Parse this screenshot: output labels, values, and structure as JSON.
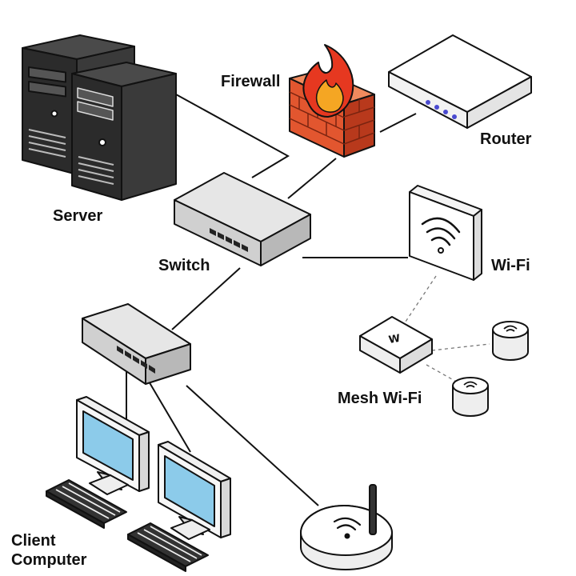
{
  "labels": {
    "server": "Server",
    "firewall": "Firewall",
    "router": "Router",
    "switch": "Switch",
    "wifi": "Wi-Fi",
    "mesh_wifi": "Mesh Wi-Fi",
    "client_computer_line1": "Client",
    "client_computer_line2": "Computer"
  },
  "colors": {
    "outline": "#111111",
    "server_body": "#2b2b2b",
    "brick": "#e2562f",
    "brick_dark": "#b8391c",
    "flame_red": "#e63820",
    "flame_orange": "#f5a623",
    "switch_body": "#d9d9d9",
    "screen": "#8ccbea",
    "router_light": "#4a4ad0"
  },
  "icons": [
    "server-icon",
    "firewall-icon",
    "router-icon",
    "switch-icon",
    "access-switch-icon",
    "wifi-access-point-icon",
    "mesh-hub-icon",
    "mesh-node-icon",
    "monitor-icon",
    "keyboard-icon",
    "wireless-router-icon"
  ]
}
